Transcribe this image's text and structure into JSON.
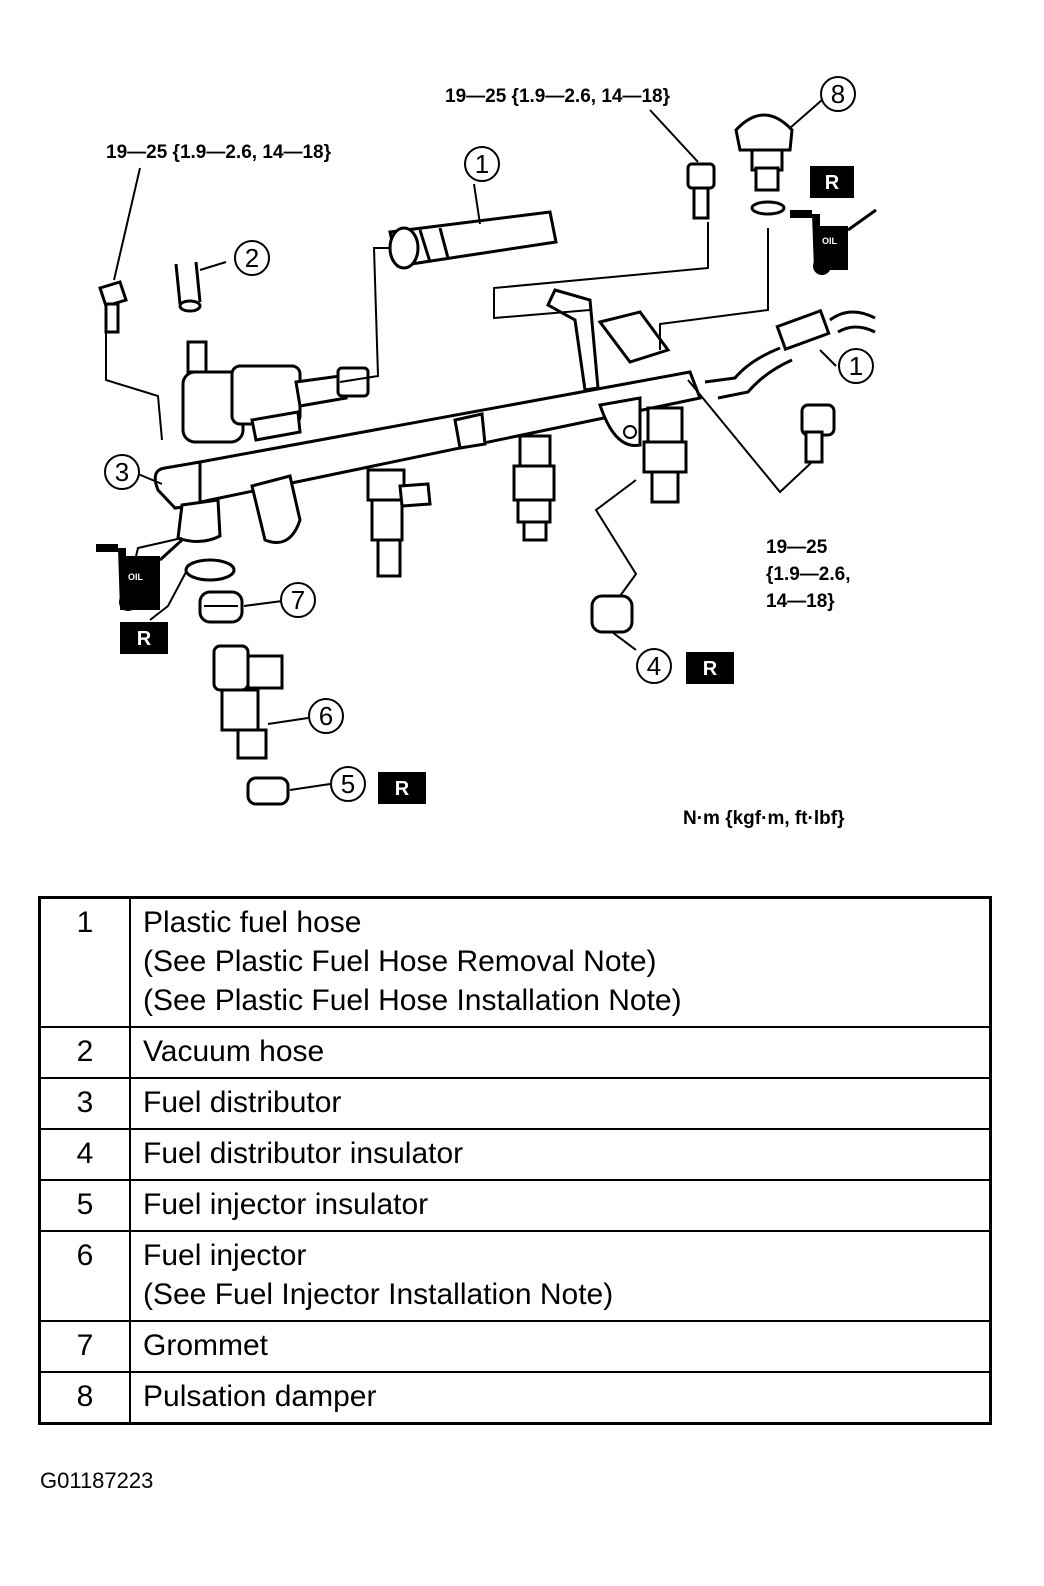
{
  "diagram": {
    "torque_labels": {
      "top_center": "19—25 {1.9—2.6, 14—18}",
      "top_left": "19—25 {1.9—2.6, 14—18}",
      "right_line1": "19—25",
      "right_line2": "{1.9—2.6,",
      "right_line3": "14—18}"
    },
    "units_note": "N·m {kgf·m, ft·lbf}",
    "callouts": {
      "c1_top": "1",
      "c1_right": "1",
      "c2": "2",
      "c3": "3",
      "c4": "4",
      "c5": "5",
      "c6": "6",
      "c7": "7",
      "c8": "8"
    },
    "replace_badge": "R",
    "oil_badge": "OIL"
  },
  "table": {
    "rows": [
      {
        "number": "1",
        "lines": [
          "Plastic fuel hose",
          "(See Plastic Fuel Hose Removal Note)",
          "(See Plastic Fuel Hose Installation Note)"
        ]
      },
      {
        "number": "2",
        "lines": [
          "Vacuum hose"
        ]
      },
      {
        "number": "3",
        "lines": [
          "Fuel distributor"
        ]
      },
      {
        "number": "4",
        "lines": [
          "Fuel distributor insulator"
        ]
      },
      {
        "number": "5",
        "lines": [
          "Fuel injector insulator"
        ]
      },
      {
        "number": "6",
        "lines": [
          "Fuel injector",
          "(See Fuel Injector Installation Note)"
        ]
      },
      {
        "number": "7",
        "lines": [
          "Grommet"
        ]
      },
      {
        "number": "8",
        "lines": [
          "Pulsation damper"
        ]
      }
    ]
  },
  "figure_id": "G01187223"
}
